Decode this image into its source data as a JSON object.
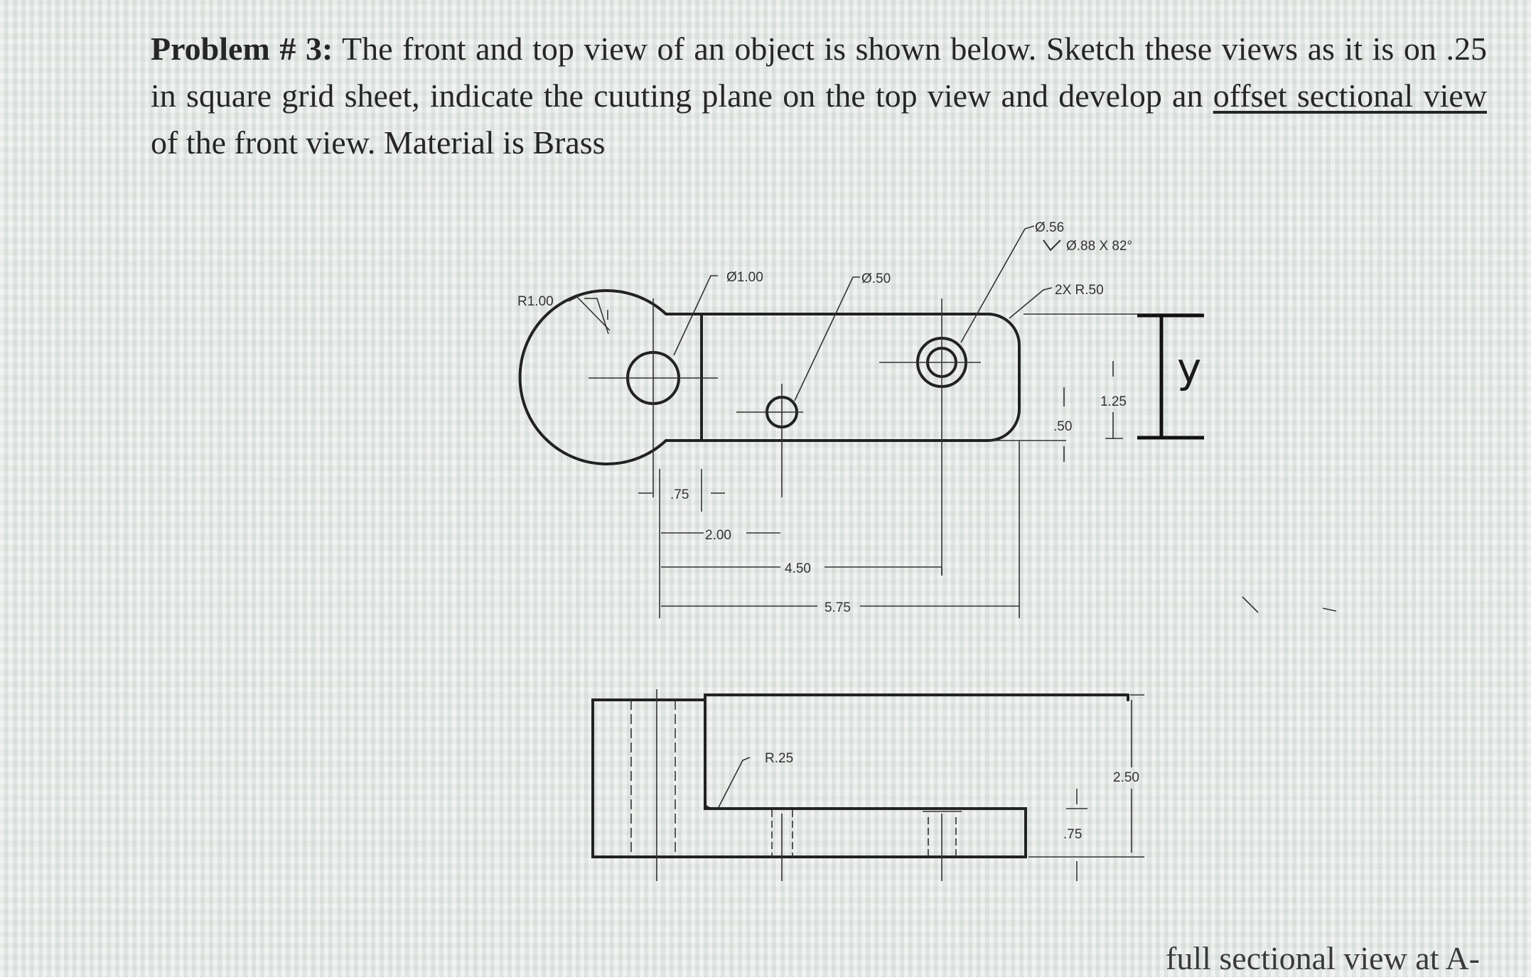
{
  "problem": {
    "label": "Problem # 3:",
    "text_before_link": " The front and top view of an object is shown below. Sketch these views as it is on .25 in square grid sheet, indicate the cuuting plane on the top view and develop an ",
    "underlined": "offset sectional view",
    "text_after": " of the front view. Material is Brass"
  },
  "partial_text": "full sectional view at A-",
  "dims": {
    "r100": "R1.00",
    "d100": "Ø1.00",
    "d050": "Ø.50",
    "d056": "Ø.56",
    "csk": "Ø.88 X 82°",
    "r2x": "2X R.50",
    "d75": ".75",
    "d200": "2.00",
    "d450": "4.50",
    "d575": "5.75",
    "d125": "1.25",
    "d50": ".50",
    "r25": "R.25",
    "d250": "2.50",
    "d75b": ".75"
  },
  "handwritten": "y"
}
